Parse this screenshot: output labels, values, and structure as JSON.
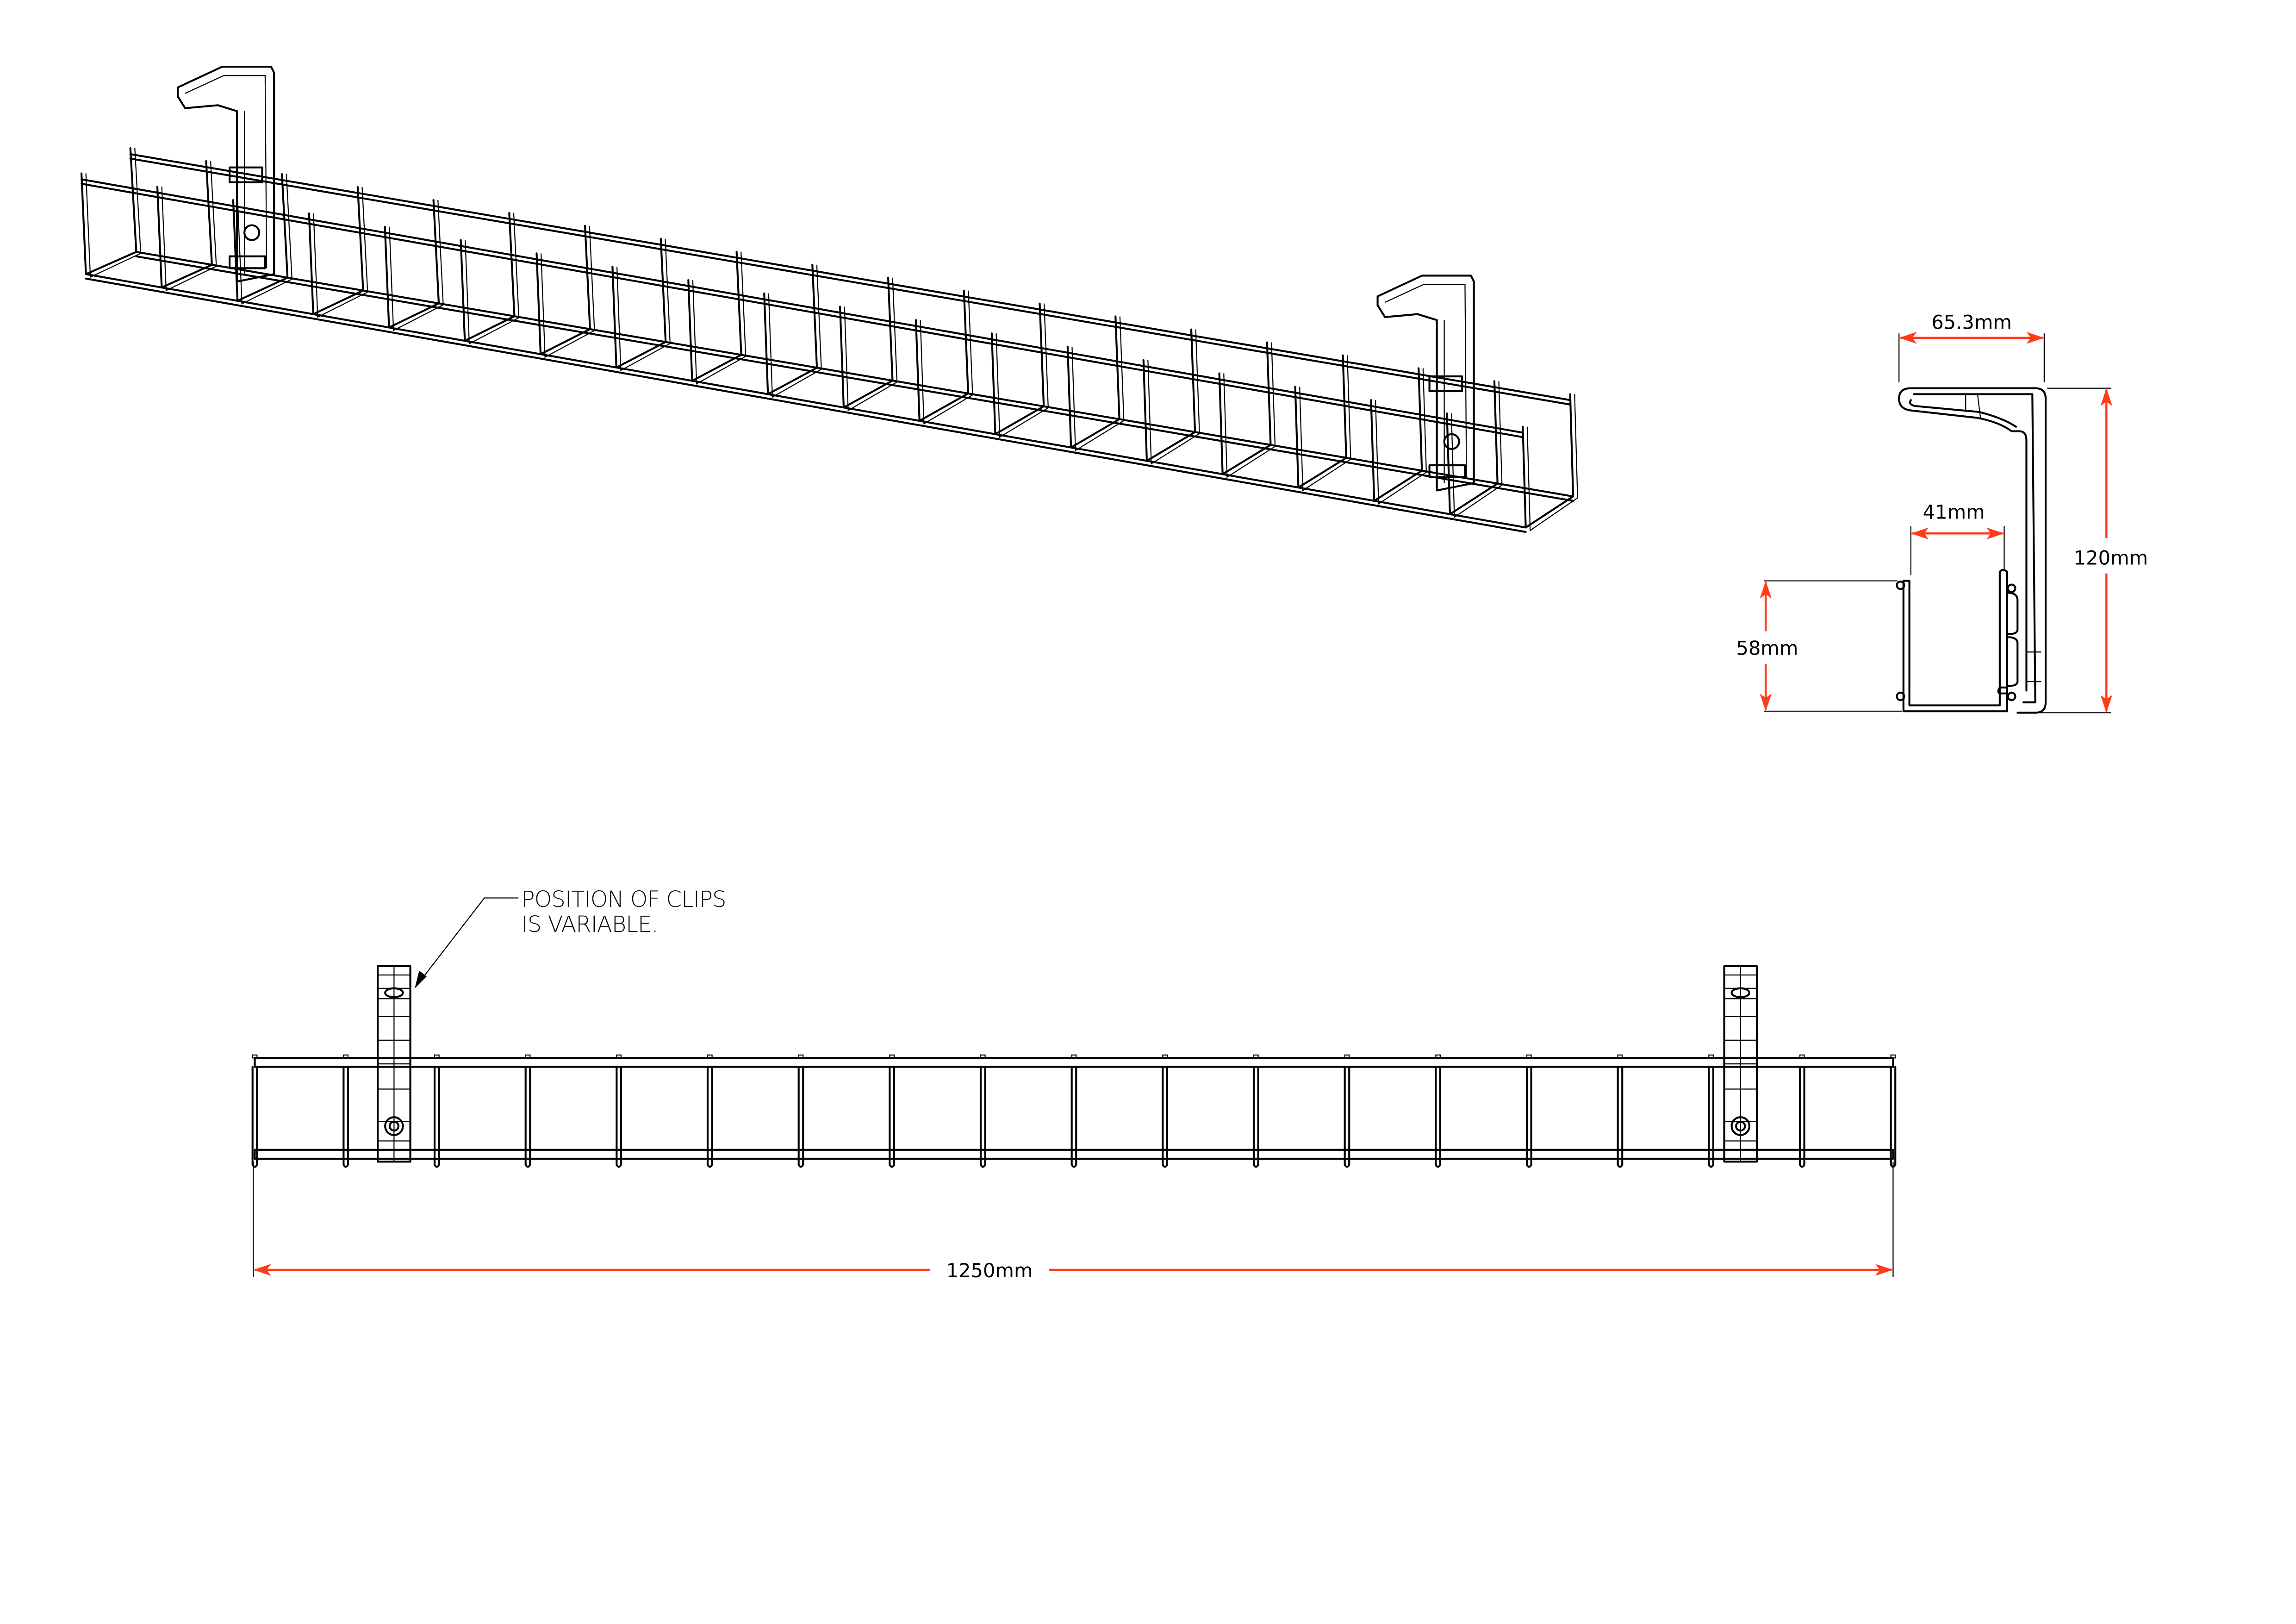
{
  "side_view": {
    "top_width": "65.3mm",
    "basket_width": "41mm",
    "basket_height": "58mm",
    "total_height": "120mm"
  },
  "front_view": {
    "length": "1250mm",
    "note_line1": "POSITION OF CLIPS",
    "note_line2": "IS VARIABLE."
  },
  "colors": {
    "dimension": "#ff3b1a",
    "line": "#000000"
  }
}
